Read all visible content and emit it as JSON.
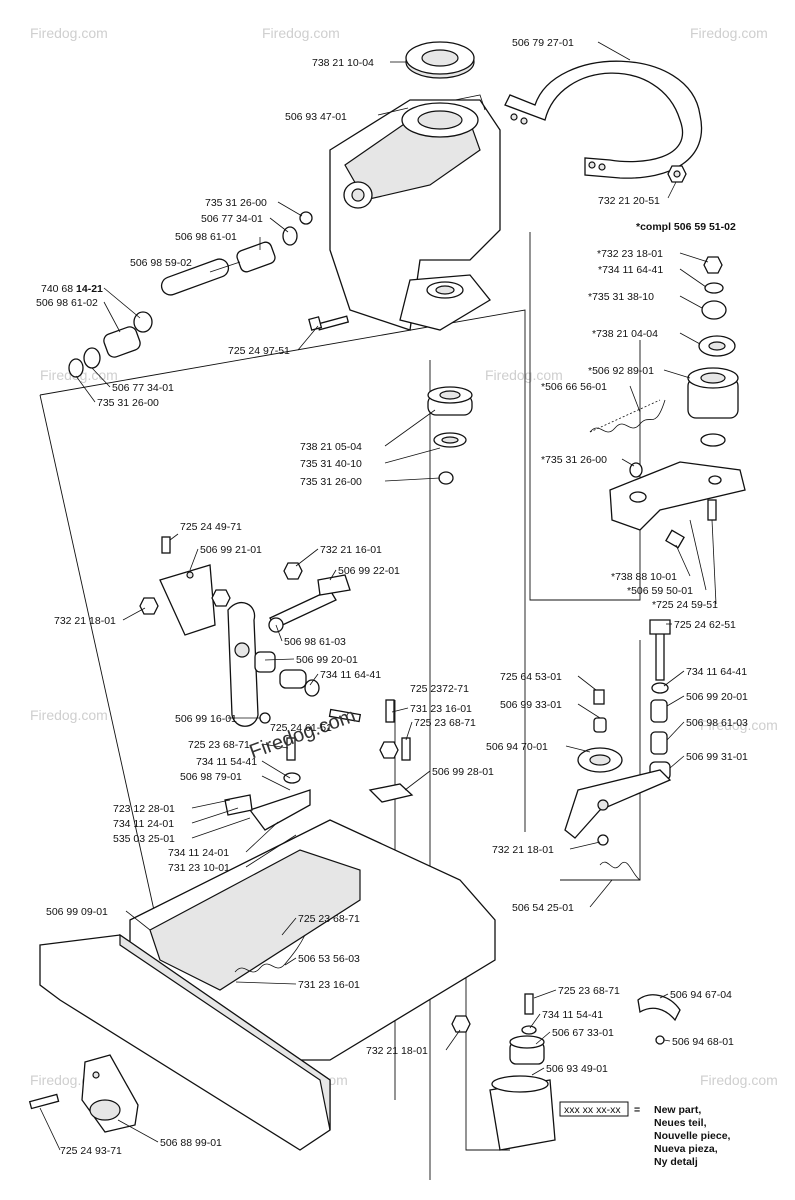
{
  "watermark": "Firedog.com",
  "center_watermark": "Firedog.com",
  "legend": {
    "sample_code": "xxx xx xx-xx",
    "equals": "=",
    "lines": [
      "New part,",
      "Neues teil,",
      "Nouvelle piece,",
      "Nueva pieza,",
      "Ny detalj"
    ]
  },
  "labels": {
    "l1": "738 21 10-04",
    "l2": "506 79 27-01",
    "l3": "506 93 47-01",
    "l4": "732 21 20-51",
    "l5": "735 31 26-00",
    "l6": "506 77 34-01",
    "l7": "506 98 61-01",
    "l8": "506 98 59-02",
    "l9a": "740 68 ",
    "l9b": "14-21",
    "l10": "506 98 61-02",
    "l11": "725 24 97-51",
    "l12": "506 77 34-01",
    "l13": "735 31 26-00",
    "l14a": "*compl",
    "l14b": " 506 59 51-02",
    "l15": "*732 23 18-01",
    "l16": "*734 11 64-41",
    "l17": "*735 31 38-10",
    "l18": "*738 21 04-04",
    "l19": "*506 92 89-01",
    "l20": "*506 66 56-01",
    "l21": "738 21 05-04",
    "l22": "735 31 40-10",
    "l23": "735 31 26-00",
    "l24": "*735 31 26-00",
    "l25": "*738 88 10-01",
    "l26": "*506 59 50-01",
    "l27": "*725 24 59-51",
    "l28": "725 24 49-71",
    "l29": "506 99 21-01",
    "l30": "732 21 16-01",
    "l31": "506 99 22-01",
    "l32": "732 21 18-01",
    "l33": "506 98 61-03",
    "l34": "506 99 20-01",
    "l35": "734 11 64-41",
    "l36": "725 2372-71",
    "l37": "506 99 16-01",
    "l38": "725 24 61-51",
    "l39": "731 23 16-01",
    "l40": "725 23 68-71",
    "l41": "725 23 68-71",
    "l42": "734 11 54-41",
    "l43": "506 98 79-01",
    "l44": "506 99 28-01",
    "l45": "723 12 28-01",
    "l46": "734 11 24-01",
    "l47": "535 03 25-01",
    "l48": "734 11 24-01",
    "l49": "731 23 10-01",
    "l50": "725 24 62-51",
    "l51": "725 64 53-01",
    "l52": "734 11 64-41",
    "l53": "506 99 33-01",
    "l54": "506 99 20-01",
    "l55": "506 98 61-03",
    "l56": "506 94 70-01",
    "l57": "506 99 31-01",
    "l58": "732 21 18-01",
    "l59": "506 99 09-01",
    "l60": "725 23 68-71",
    "l61": "506 54 25-01",
    "l62": "506 53 56-03",
    "l63": "731 23 16-01",
    "l64": "725 23 68-71",
    "l65": "506 94 67-04",
    "l66": "734 11 54-41",
    "l67": "506 67 33-01",
    "l68": "506 94 68-01",
    "l69": "732 21 18-01",
    "l70": "506 93 49-01",
    "l71": "725 24 93-71",
    "l72": "506 88 99-01"
  }
}
